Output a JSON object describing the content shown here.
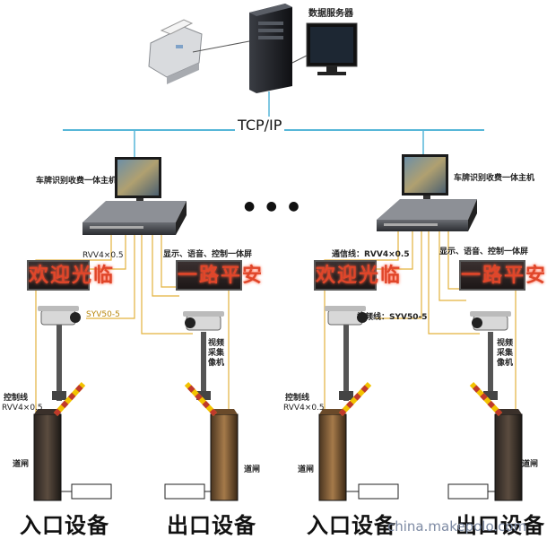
{
  "network": {
    "protocol_label": "TCP/IP",
    "server_label": "数据服务器",
    "dots": "● ● ●"
  },
  "left_station": {
    "host_label": "车牌识别收费一体主机",
    "cable_rvv": "RVV4×0.5",
    "cable_syv": "SYV50-5",
    "display_label": "显示、语音、控制一体屏",
    "led_entry_text": "欢迎光临",
    "led_exit_text": "一路平安",
    "camera_label": "视频采集像机",
    "control_line_label": "控制线",
    "control_line_spec": "RVV4×0.5",
    "gate_label_entry": "道闸",
    "gate_label_exit": "道闸",
    "entry_caption": "入口设备",
    "exit_caption": "出口设备"
  },
  "right_station": {
    "host_label": "车牌识别收费一体主机",
    "comm_line_label": "通信线：RVV4×0.5",
    "display_label": "显示、语音、控制一体屏",
    "video_line_label": "视频线：SYV50-5",
    "led_entry_text": "欢迎光临",
    "led_exit_text": "一路平安",
    "camera_label": "视频采集像机",
    "control_line_label": "控制线",
    "control_line_spec": "RVV4×0.5",
    "gate_label_entry": "道闸",
    "gate_label_exit": "道闸",
    "entry_caption": "入口设备",
    "exit_caption": "出口设备"
  },
  "watermark": "china.makepolo.com"
}
